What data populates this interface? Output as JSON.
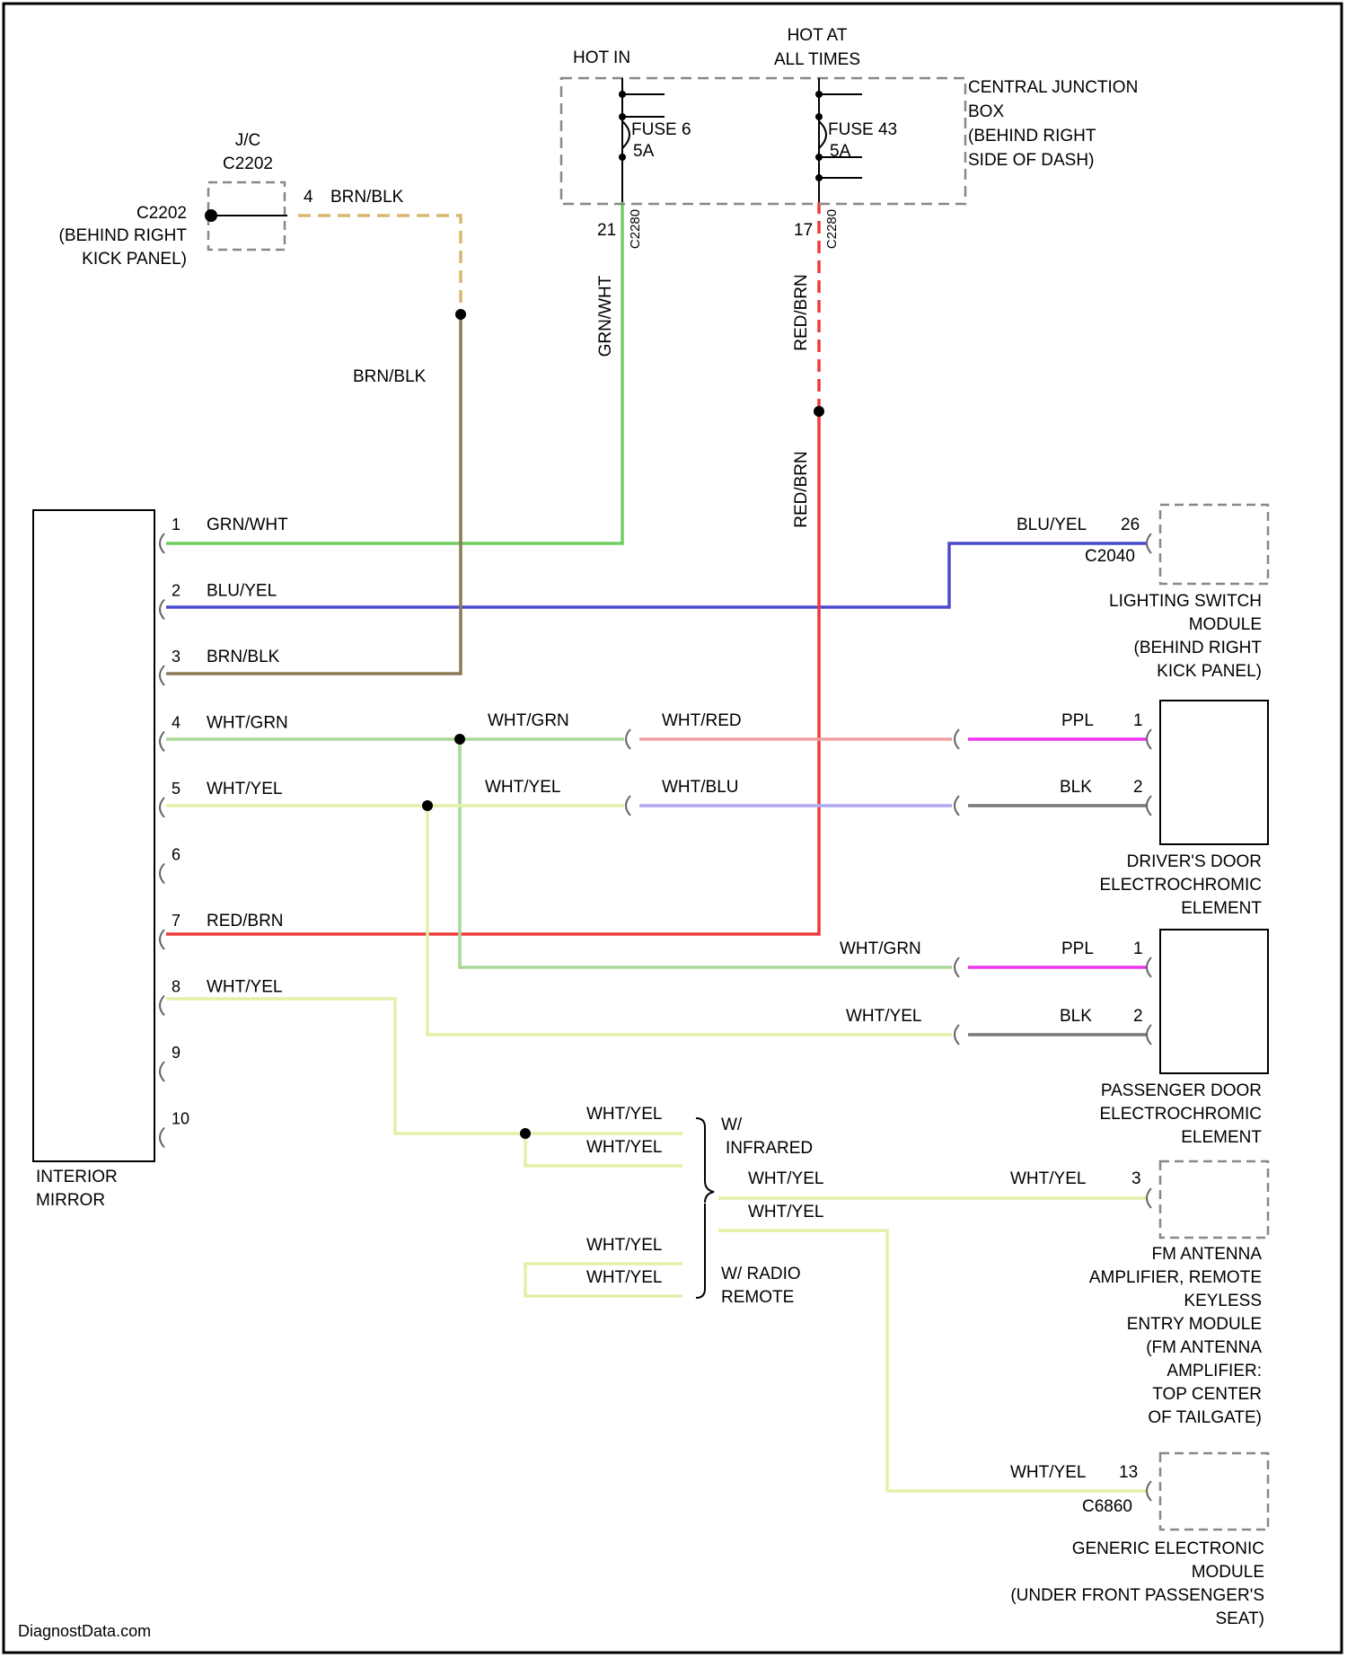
{
  "hot_in_run": "HOT IN",
  "hot_at_all_times": [
    "HOT AT",
    "ALL TIMES"
  ],
  "central_junction_box": [
    "CENTRAL JUNCTION",
    "BOX",
    "(BEHIND RIGHT",
    "SIDE OF DASH)"
  ],
  "fuse_a": {
    "label": "FUSE 6",
    "rating": "5A",
    "pin": "21",
    "conn": "C2280"
  },
  "fuse_b": {
    "label": "FUSE 43",
    "rating": "5A",
    "pin": "17",
    "conn": "C2280"
  },
  "jumper": {
    "title": [
      "J/C",
      "C2202"
    ],
    "conn": "C2202",
    "location": [
      "(BEHIND RIGHT",
      "KICK PANEL)"
    ],
    "pin": "4",
    "wire": "BRN/BLK"
  },
  "wires_vertical": {
    "brn_blk": "BRN/BLK",
    "grn_wht": "GRN/WHT",
    "red_brn_top": "RED/BRN",
    "red_brn_bottom": "RED/BRN"
  },
  "mirror": {
    "name": [
      "INTERIOR",
      "MIRROR"
    ],
    "pins": [
      {
        "num": "1",
        "wire": "GRN/WHT"
      },
      {
        "num": "2",
        "wire": "BLU/YEL"
      },
      {
        "num": "3",
        "wire": "BRN/BLK"
      },
      {
        "num": "4",
        "wire": "WHT/GRN"
      },
      {
        "num": "5",
        "wire": "WHT/YEL"
      },
      {
        "num": "6",
        "wire": ""
      },
      {
        "num": "7",
        "wire": "RED/BRN"
      },
      {
        "num": "8",
        "wire": "WHT/YEL"
      },
      {
        "num": "9",
        "wire": ""
      },
      {
        "num": "10",
        "wire": ""
      }
    ]
  },
  "splice_wires": {
    "wht_grn": "WHT/GRN",
    "wht_red": "WHT/RED",
    "wht_yel": "WHT/YEL",
    "wht_blu": "WHT/BLU"
  },
  "lighting_switch": {
    "wire": "BLU/YEL",
    "pin": "26",
    "conn": "C2040",
    "name": [
      "LIGHTING SWITCH",
      "MODULE",
      "(BEHIND RIGHT",
      "KICK PANEL)"
    ]
  },
  "drivers_door": {
    "wire1": "PPL",
    "pin1": "1",
    "wire2": "BLK",
    "pin2": "2",
    "name": [
      "DRIVER'S DOOR",
      "ELECTROCHROMIC",
      "ELEMENT"
    ]
  },
  "passenger_door": {
    "in_wire1": "WHT/GRN",
    "in_wire2": "WHT/YEL",
    "wire1": "PPL",
    "pin1": "1",
    "wire2": "BLK",
    "pin2": "2",
    "name": [
      "PASSENGER DOOR",
      "ELECTROCHROMIC",
      "ELEMENT"
    ]
  },
  "options": {
    "infrared": [
      "W/",
      "INFRARED"
    ],
    "radio": [
      "W/ RADIO",
      "REMOTE"
    ],
    "wire": "WHT/YEL"
  },
  "fm_antenna": {
    "wire": "WHT/YEL",
    "pin": "3",
    "name": [
      "FM ANTENNA",
      "AMPLIFIER, REMOTE",
      "KEYLESS",
      "ENTRY MODULE",
      "(FM ANTENNA",
      "AMPLIFIER:",
      "TOP CENTER",
      "OF TAILGATE)"
    ]
  },
  "gem": {
    "wire": "WHT/YEL",
    "pin": "13",
    "conn": "C6860",
    "name": [
      "GENERIC ELECTRONIC",
      "MODULE",
      "(UNDER FRONT PASSENGER'S",
      "SEAT)"
    ]
  },
  "watermark": "DiagnostData.com",
  "colors": {
    "grn_wht": "#6fcf5f",
    "blu_yel": "#4a4ad0",
    "brn_blk": "#8a7a55",
    "wht_grn": "#a8d898",
    "wht_yel": "#e4f0a8",
    "red_brn": "#ee3a3a",
    "wht_red": "#f2a0a0",
    "wht_blu": "#b0a8f0",
    "ppl": "#ee33ee",
    "blk": "#777777",
    "brn_blk_dash": "#d9b770"
  }
}
